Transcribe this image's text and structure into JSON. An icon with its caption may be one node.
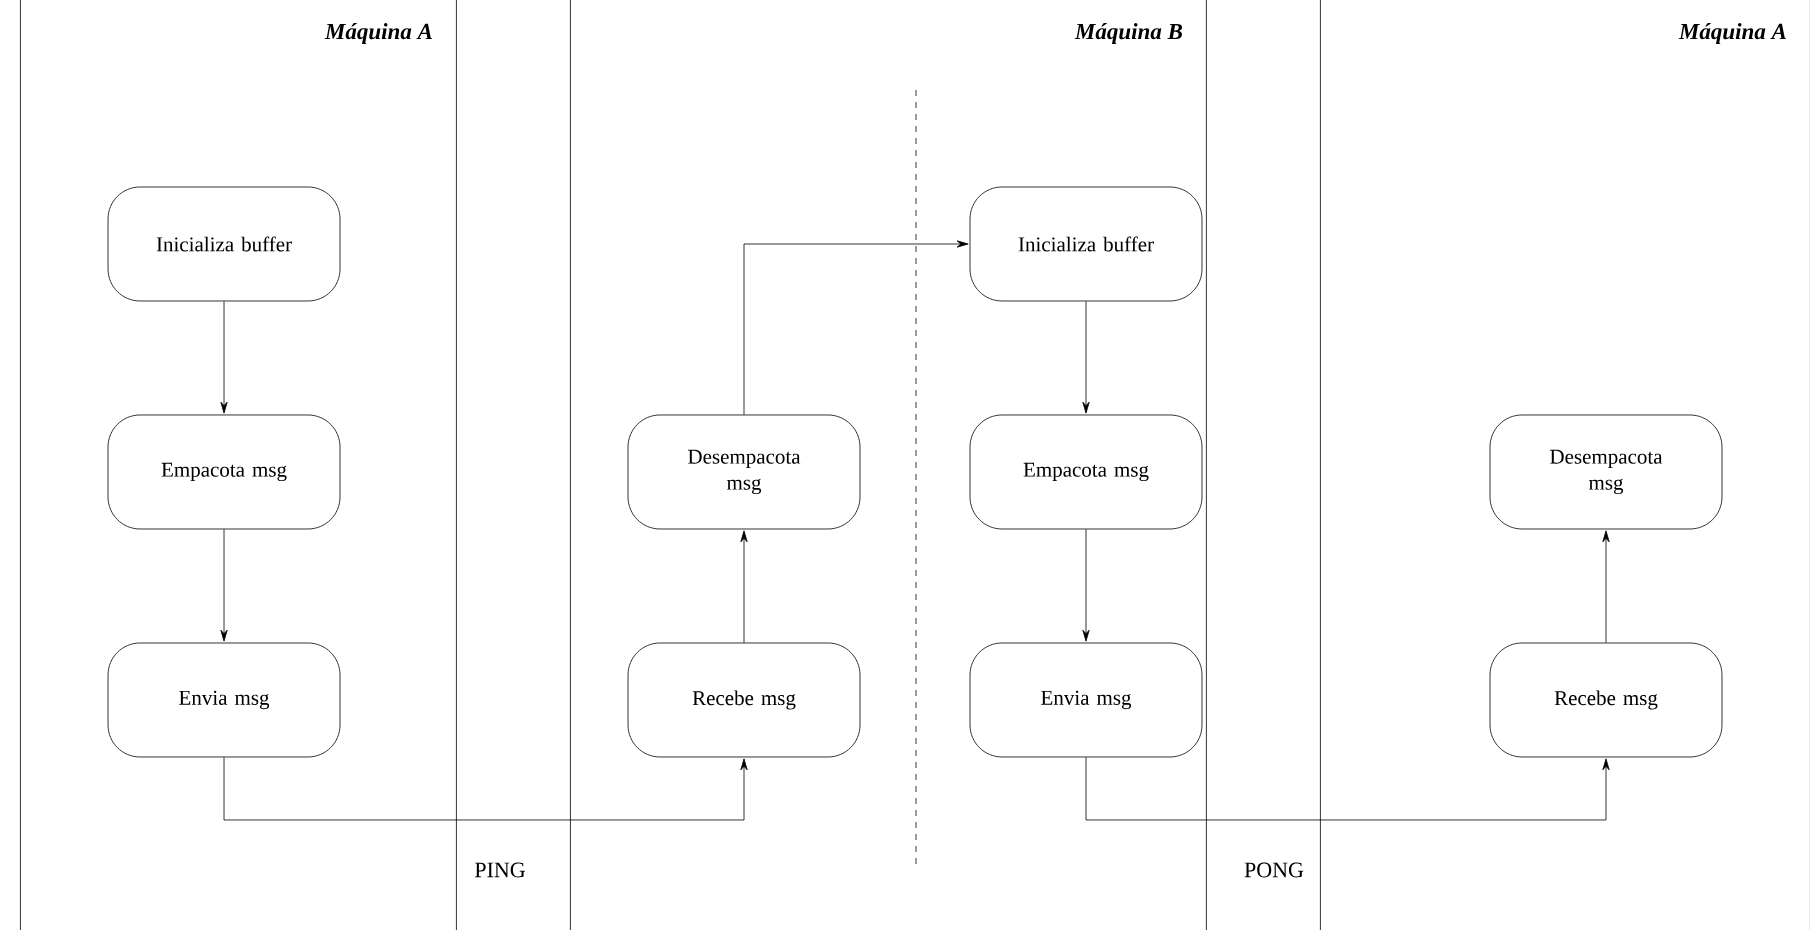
{
  "diagram": {
    "nodes": [
      {
        "text": [
          "Máquina A"
        ]
      },
      {
        "text": [
          "Inicializa buffer"
        ],
        "in": 0
      },
      {
        "text": [
          "Empacota msg"
        ],
        "in": 0
      },
      {
        "text": [
          "Envia msg"
        ],
        "in": 0
      },
      {
        "text": [
          "Máquina B"
        ]
      },
      {
        "text": [
          "Desempacota msg"
        ],
        "in": 4
      },
      {
        "text": [
          "Recebe msg"
        ],
        "in": 4
      },
      {
        "text": [
          "Inicializa buffer"
        ],
        "in": 4
      },
      {
        "text": [
          "Empacota msg"
        ],
        "in": 4
      },
      {
        "text": [
          "Envia msg"
        ],
        "in": 4
      },
      {
        "text": [
          "Máquina A"
        ]
      },
      {
        "text": [
          "Desempacota msg"
        ],
        "in": 10
      },
      {
        "text": [
          "Recebe msg"
        ],
        "in": 10
      }
    ],
    "edges": [
      {
        "from": 1,
        "to": 2,
        "arrow": "to"
      },
      {
        "from": 2,
        "to": 3,
        "arrow": "to"
      },
      {
        "from": 3,
        "to": 6,
        "arrow": "to",
        "label": "PING"
      },
      {
        "from": 6,
        "to": 5,
        "arrow": "to"
      },
      {
        "from": 5,
        "to": 7,
        "arrow": "to"
      },
      {
        "from": 7,
        "to": 8,
        "arrow": "to"
      },
      {
        "from": 8,
        "to": 9,
        "arrow": "to"
      },
      {
        "from": 9,
        "to": 12,
        "arrow": "to",
        "label": "PONG"
      },
      {
        "from": 12,
        "to": 11,
        "arrow": "to"
      }
    ]
  }
}
